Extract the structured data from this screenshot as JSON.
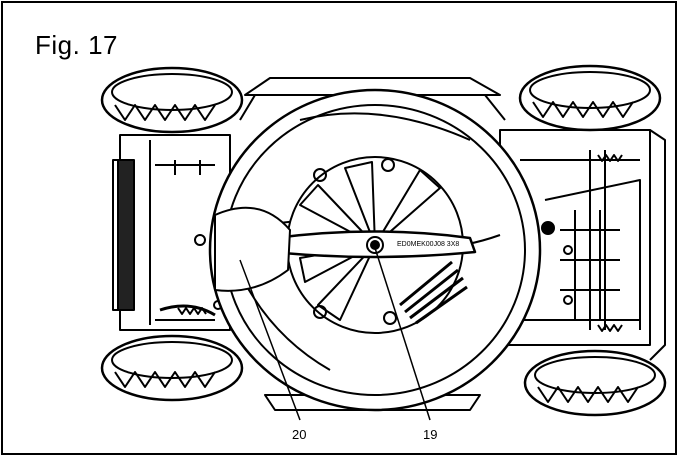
{
  "figure": {
    "title": "Fig. 17",
    "blade_text": "ED0MEK00J08 3X8"
  },
  "callouts": [
    {
      "id": "20",
      "label": "20"
    },
    {
      "id": "19",
      "label": "19"
    }
  ],
  "colors": {
    "line": "#000000",
    "background": "#ffffff"
  }
}
